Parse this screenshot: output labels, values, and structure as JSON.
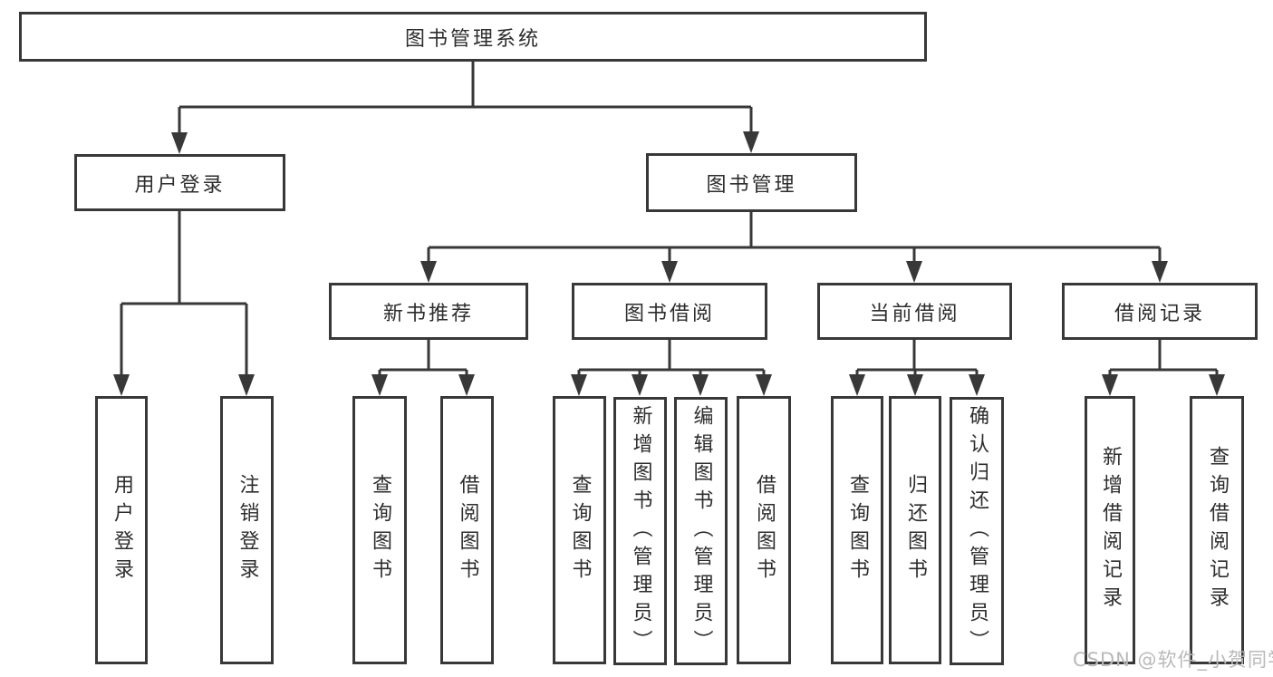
{
  "watermark": "CSDN @软件_小贺同学",
  "colors": {
    "line": "#383838",
    "text": "#2d2d2d",
    "watermark_gray": "#b9b9b9",
    "background": "#ffffff"
  },
  "nodes": {
    "root": "图书管理系统",
    "level2": {
      "user_login_branch": "用户登录",
      "book_mgmt_branch": "图书管理"
    },
    "level3": {
      "new_book_rec": "新书推荐",
      "book_borrow": "图书借阅",
      "current_borrow": "当前借阅",
      "borrow_records": "借阅记录"
    },
    "leaves": {
      "user_login": "用户登录",
      "logout": "注销登录",
      "rec_query_books": "查询图书",
      "rec_borrow_books": "借阅图书",
      "bb_query_books": "查询图书",
      "bb_add_books": "新增图书（管理员）",
      "bb_edit_books": "编辑图书（管理员）",
      "bb_borrow_books": "借阅图书",
      "cb_query_books": "查询图书",
      "cb_return_books": "归还图书",
      "cb_confirm_return": "确认归还（管理员）",
      "br_add_record": "新增借阅记录",
      "br_query_record": "查询借阅记录"
    }
  }
}
